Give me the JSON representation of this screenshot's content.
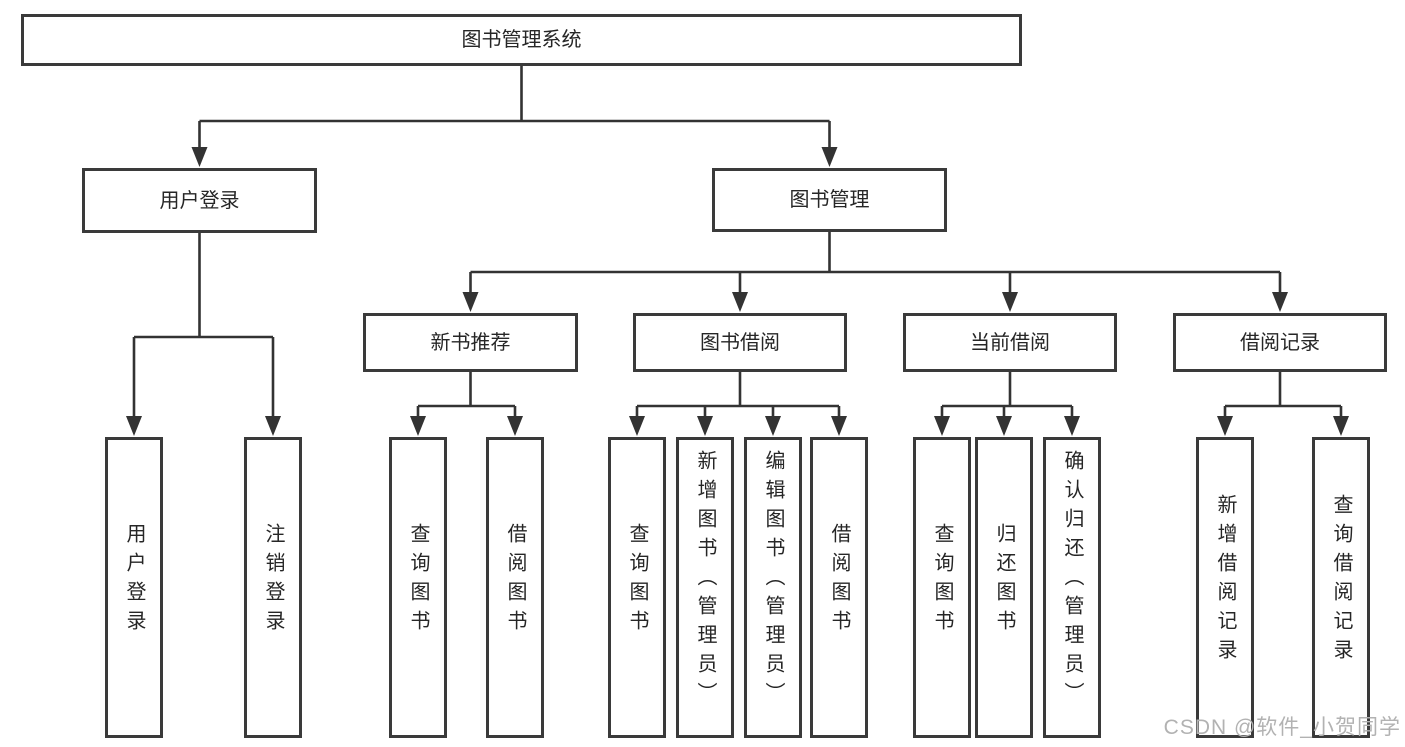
{
  "diagram": {
    "type": "hierarchy-tree",
    "line_color": "#333333",
    "box_border_color": "#3a3a3a",
    "box_fill_color": "#ffffff",
    "text_color": "#262626",
    "watermark_color": "#b2b2b2"
  },
  "nodes": {
    "root": "图书管理系统",
    "user_login": "用户登录",
    "book_management": "图书管理",
    "new_book_recommend": "新书推荐",
    "book_borrowing": "图书借阅",
    "current_borrowing": "当前借阅",
    "borrowing_records": "借阅记录",
    "leaf_user_login": "用户登录",
    "leaf_logout": "注销登录",
    "recommend_query_books": "查询图书",
    "recommend_borrow_books": "借阅图书",
    "borrowing_query_books": "查询图书",
    "borrowing_add_books_admin": "新增图书（管理员）",
    "borrowing_edit_books_admin": "编辑图书（管理员）",
    "borrowing_borrow_books": "借阅图书",
    "current_query_books": "查询图书",
    "current_return_books": "归还图书",
    "current_confirm_return_admin": "确认归还（管理员）",
    "records_add_record": "新增借阅记录",
    "records_query_record": "查询借阅记录"
  },
  "hierarchy": {
    "图书管理系统": {
      "用户登录": [
        "用户登录",
        "注销登录"
      ],
      "图书管理": {
        "新书推荐": [
          "查询图书",
          "借阅图书"
        ],
        "图书借阅": [
          "查询图书",
          "新增图书（管理员）",
          "编辑图书（管理员）",
          "借阅图书"
        ],
        "当前借阅": [
          "查询图书",
          "归还图书",
          "确认归还（管理员）"
        ],
        "借阅记录": [
          "新增借阅记录",
          "查询借阅记录"
        ]
      }
    }
  },
  "watermark": {
    "text": "CSDN @软件_小贺同学"
  }
}
